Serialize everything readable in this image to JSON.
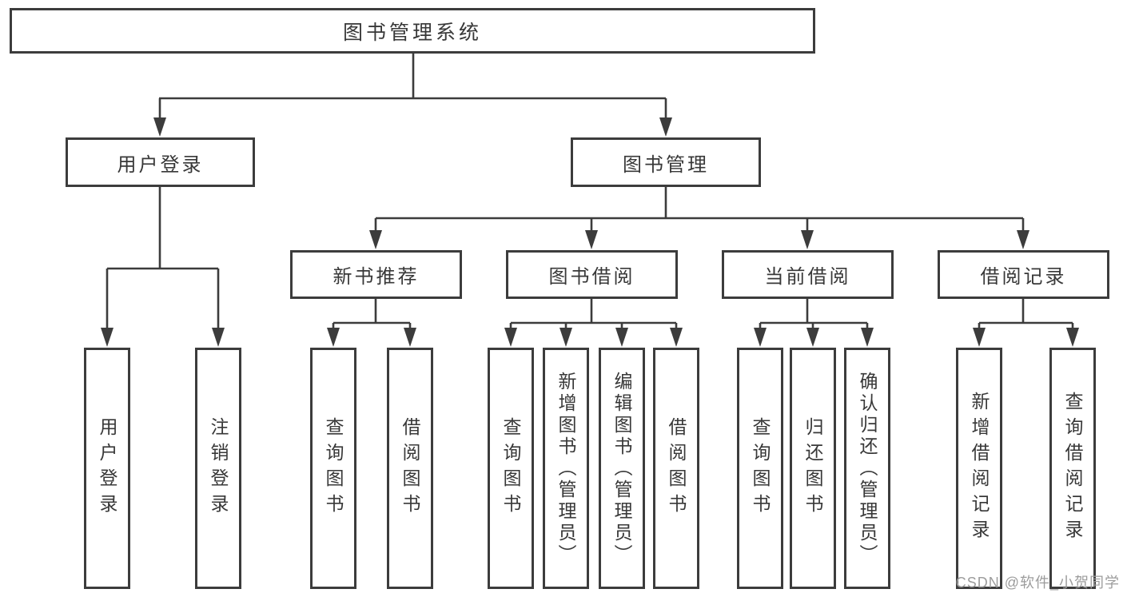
{
  "diagram": {
    "root": {
      "label": "图书管理系统"
    },
    "level2": [
      {
        "label": "用户登录",
        "children": [
          "用户登录",
          "注销登录"
        ]
      },
      {
        "label": "图书管理"
      }
    ],
    "level3": [
      {
        "label": "新书推荐",
        "children": [
          "查询图书",
          "借阅图书"
        ]
      },
      {
        "label": "图书借阅",
        "children": [
          "查询图书",
          "新增图书（管理员）",
          "编辑图书（管理员）",
          "借阅图书"
        ]
      },
      {
        "label": "当前借阅",
        "children": [
          "查询图书",
          "归还图书",
          "确认归还（管理员）"
        ]
      },
      {
        "label": "借阅记录",
        "children": [
          "新增借阅记录",
          "查询借阅记录"
        ]
      }
    ],
    "colors": {
      "line": "#3c3c3c",
      "box_border": "#3c3c3c",
      "box_fill": "#ffffff",
      "text": "#383838",
      "background": "#ffffff"
    }
  },
  "watermark": {
    "text": "CSDN @软件_小贺同学",
    "color": "#9c9c9c"
  }
}
